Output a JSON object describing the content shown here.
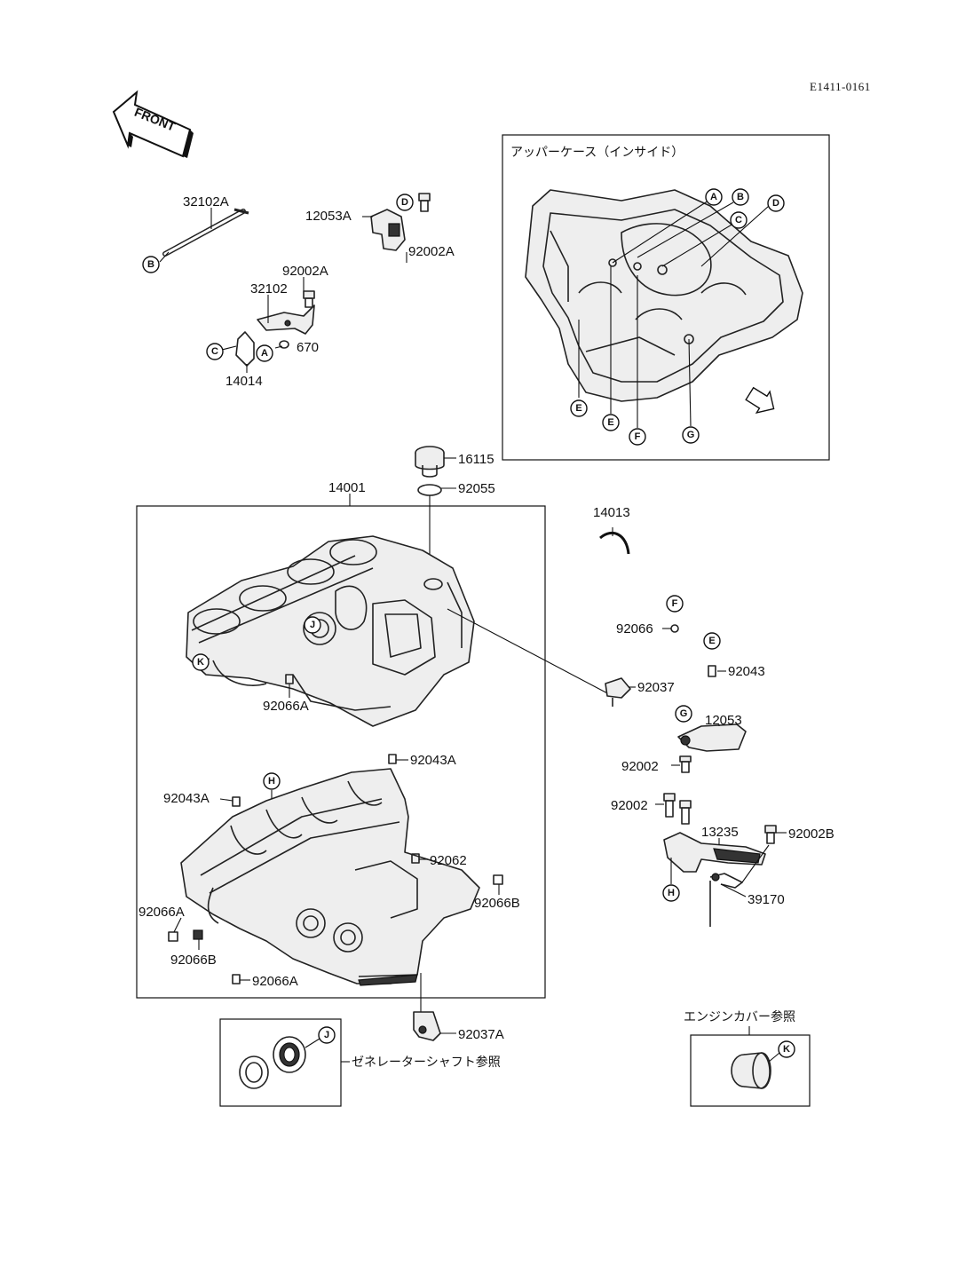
{
  "diagram_code": "E1411-0161",
  "front_arrow_text": "FRONT",
  "inset_upper_case_title": "アッパーケース（インサイド）",
  "inset_generator_note": "ゼネレーターシャフト参照",
  "inset_engine_cover_note": "エンジンカバー参照",
  "callout_letters": {
    "A": "A",
    "B": "B",
    "C": "C",
    "D": "D",
    "E": "E",
    "F": "F",
    "G": "G",
    "H": "H",
    "J": "J",
    "K": "K"
  },
  "part_numbers": {
    "p32102A": "32102A",
    "p12053A": "12053A",
    "p92002A_top": "92002A",
    "p92002A_mid": "92002A",
    "p32102": "32102",
    "p670": "670",
    "p14014": "14014",
    "p16115": "16115",
    "p92055": "92055",
    "p14001": "14001",
    "p14013": "14013",
    "p92066": "92066",
    "p92043": "92043",
    "p92037": "92037",
    "p92066A_upper": "92066A",
    "p12053": "12053",
    "p92002_a": "92002",
    "p92002_b": "92002",
    "p13235": "13235",
    "p92002B": "92002B",
    "p39170": "39170",
    "p92043A_right": "92043A",
    "p92043A_left": "92043A",
    "p92062": "92062",
    "p92066B_right": "92066B",
    "p92066A_left": "92066A",
    "p92066B_left": "92066B",
    "p92066A_bottom": "92066A",
    "p92037A": "92037A"
  }
}
